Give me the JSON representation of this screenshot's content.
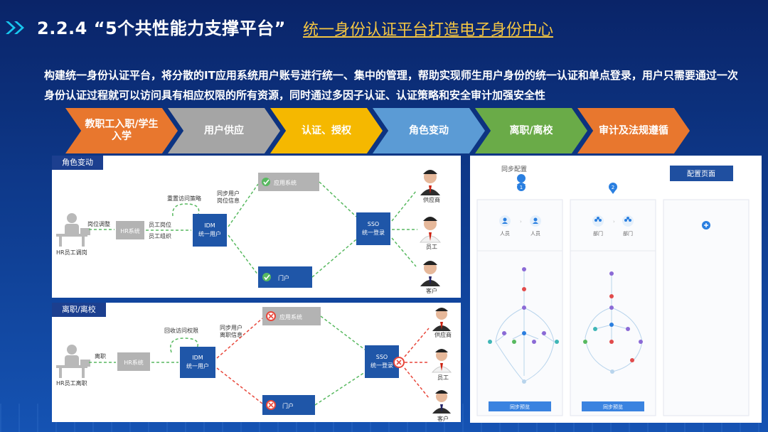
{
  "header": {
    "title": "2.2.4 “5个共性能力支撑平台”",
    "subtitle": "统一身份认证平台打造电子身份中心"
  },
  "intro_text": "构建统一身份认证平台，将分散的IT应用系统用户账号进行统一、集中的管理，帮助实现师生用户身份的统一认证和单点登录，用户只需要通过一次身份认证过程就可以访问具有相应权限的所有资源，同时通过多因子认证、认证策略和安全审计加强安全性",
  "steps": [
    {
      "label": "教职工入职/学生入学",
      "color": "#e8772e"
    },
    {
      "label": "用户供应",
      "color": "#a5a5a5"
    },
    {
      "label": "认证、授权",
      "color": "#f5b800"
    },
    {
      "label": "角色变动",
      "color": "#5b9bd5"
    },
    {
      "label": "离职/离校",
      "color": "#6aab48"
    },
    {
      "label": "审计及法规遵循",
      "color": "#e8772e"
    }
  ],
  "panel_role": {
    "tag": "角色变动",
    "hr_person": "HR员工调岗",
    "action": "岗位调整",
    "hr_system": "HR系统",
    "idm": [
      "IDM",
      "统一用户"
    ],
    "edge_top": "重置访问策略",
    "edge_post": "员工岗位",
    "edge_org": "员工组织",
    "sync": [
      "同步用户",
      "岗位信息"
    ],
    "app": "应用系统",
    "portal": "门户",
    "sso": [
      "SSO",
      "统一登录"
    ],
    "users": [
      "供应商",
      "员工",
      "客户"
    ]
  },
  "panel_leave": {
    "tag": "离职/离校",
    "hr_person": "HR员工离职",
    "action": "离职",
    "hr_system": "HR系统",
    "idm": [
      "IDM",
      "统一用户"
    ],
    "edge_top": "回收访问权限",
    "sync": [
      "同步用户",
      "离职信息"
    ],
    "app": "应用系统",
    "portal": "门户",
    "sso": [
      "SSO",
      "统一登录"
    ],
    "users": [
      "供应商",
      "员工",
      "客户"
    ]
  },
  "config": {
    "title": "同步配置",
    "button": "配置页面",
    "step1": "1",
    "step2": "2",
    "card1": [
      "人员",
      "人员"
    ],
    "card2": [
      "部门",
      "部门"
    ],
    "preview_button": "同步预览"
  }
}
